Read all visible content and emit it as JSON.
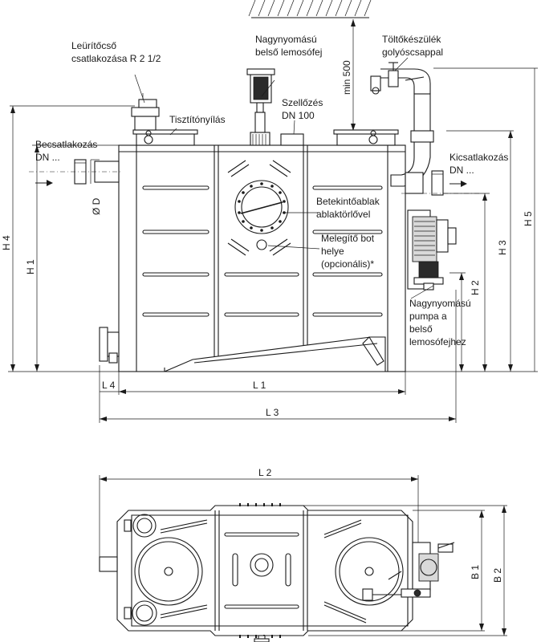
{
  "labels": {
    "drain_connection_line1": "Leürítőcső",
    "drain_connection_line2": "csatlakozása R 2 1/2",
    "hp_head_line1": "Nagynyomású",
    "hp_head_line2": "belső lemosófej",
    "filler_line1": "Töltőkészülék",
    "filler_line2": "golyóscsappal",
    "cleaning_opening": "Tisztítónyílás",
    "vent_line1": "Szellőzés",
    "vent_line2": "DN 100",
    "inlet_line1": "Becsatlakozás",
    "inlet_line2": "DN ...",
    "outlet_line1": "Kicsatlakozás",
    "outlet_line2": "DN ...",
    "window_line1": "Betekintőablak",
    "window_line2": "ablaktörlővel",
    "heater_line1": "Melegítő bot",
    "heater_line2": "helye",
    "heater_line3": "(opcionális)*",
    "pump_line1": "Nagynyomású",
    "pump_line2": "pumpa a",
    "pump_line3": "belső",
    "pump_line4": "lemosófejhez",
    "min_clearance": "min 500"
  },
  "dimensions": {
    "h1": "H 1",
    "h2": "H 2",
    "h3": "H 3",
    "h4": "H 4",
    "h5": "H 5",
    "od": "Ø D",
    "l1": "L 1",
    "l2": "L 2",
    "l3": "L 3",
    "l4": "L 4",
    "b1": "B 1",
    "b2": "B 2"
  }
}
